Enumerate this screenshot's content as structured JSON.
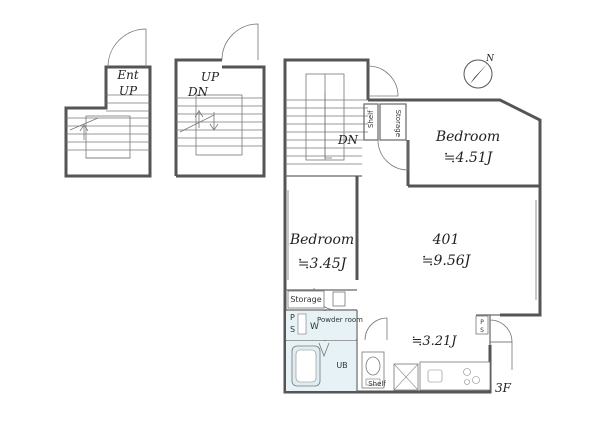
{
  "stairs": [
    {
      "label_1": "Ent",
      "label_2": "UP"
    },
    {
      "label_1": "UP",
      "label_2": "DN"
    },
    {
      "label_1": "DN"
    }
  ],
  "rooms": {
    "bedroom_ne": {
      "name": "Bedroom",
      "area": "≒4.51J"
    },
    "bedroom_w": {
      "name": "Bedroom",
      "area": "≒3.45J"
    },
    "living": {
      "name": "401",
      "area": "≒9.56J"
    },
    "kitchen": {
      "area": "≒3.21J"
    }
  },
  "labels": {
    "storage_small": "Storage",
    "shelf_small": "Shelf",
    "storage_lower": "Storage",
    "powder_room": "Powder room",
    "p": "P",
    "s": "S",
    "w": "W",
    "ub": "UB",
    "shelf_bottom": "Shelf",
    "ps_right_p": "P",
    "ps_right_s": "S"
  },
  "compass": {
    "north": "N"
  },
  "floor": "3F"
}
